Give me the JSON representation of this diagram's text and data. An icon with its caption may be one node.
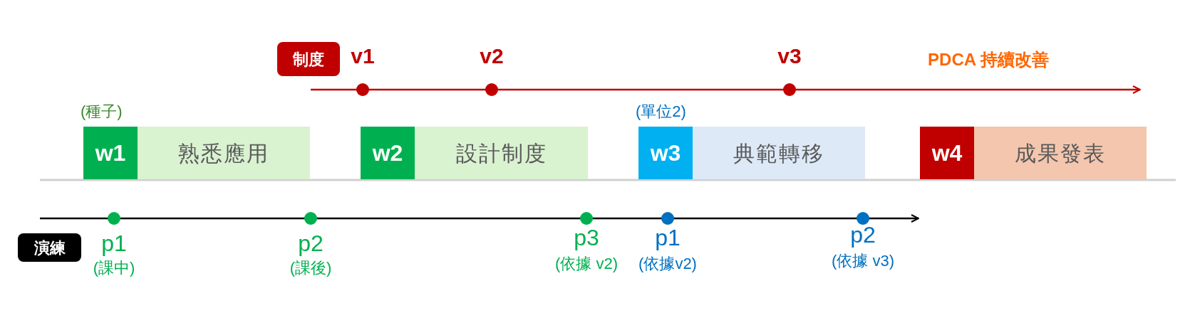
{
  "diagram": {
    "nodes": [
      {
        "text": [
          "制度"
        ]
      },
      {
        "text": [
          "w1",
          "熟悉應用"
        ],
        "beside": [
          "(種子)"
        ]
      },
      {
        "text": [
          "w2",
          "設計制度"
        ]
      },
      {
        "text": [
          "w3",
          "典範轉移"
        ],
        "beside": [
          "(單位2)"
        ]
      },
      {
        "text": [
          "w4",
          "成果發表"
        ]
      },
      {
        "text": [
          "演練"
        ]
      }
    ],
    "labels": [
      "v1",
      "v2",
      "v3",
      "PDCA 持續改善",
      "p1",
      "(課中)",
      "p2",
      "(課後)",
      "p3",
      "(依據 v2)",
      "p1",
      "(依據v2)",
      "p2",
      "(依據 v3)"
    ]
  }
}
